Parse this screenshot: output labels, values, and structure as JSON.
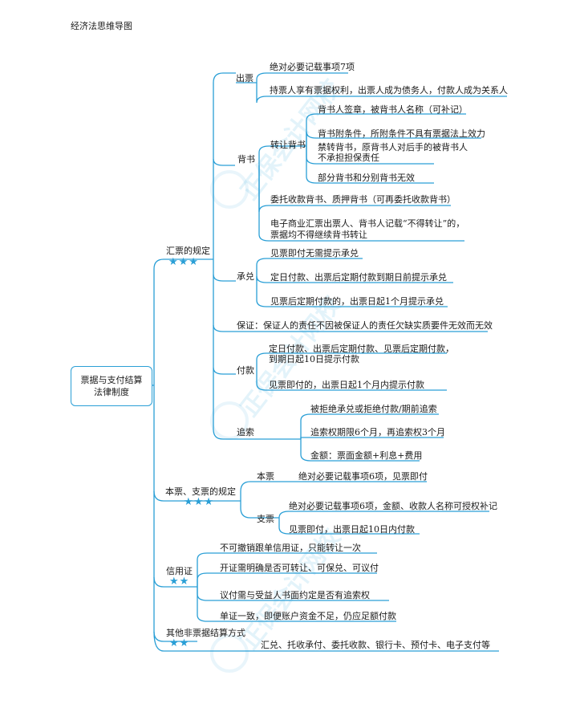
{
  "page_title": "经济法思维导图",
  "root": {
    "line1": "票据与支付结算",
    "line2": "法律制度"
  },
  "stars": {
    "three": "★★★",
    "two": "★★"
  },
  "branches": {
    "huipiao": {
      "label": "汇票的规定",
      "chupiao": {
        "label": "出票",
        "items": [
          "绝对必要记载事项7项",
          "持票人享有票据权利，出票人成为债务人，付款人成为关系人"
        ]
      },
      "beishu": {
        "label": "背书",
        "zhuanrang": {
          "label": "转让背书",
          "items": [
            "背书人签章，被背书人名称（可补记）",
            "背书附条件，所附条件不具有票据法上效力",
            "禁转背书，原背书人对后手的被背书人",
            "不承担担保责任",
            "部分背书和分别背书无效"
          ]
        },
        "items": [
          "委托收款背书、质押背书（可再委托收款背书）",
          "电子商业汇票出票人、背书人记载“不得转让”的，",
          "票据均不得继续背书转让"
        ]
      },
      "chengdui": {
        "label": "承兑",
        "items": [
          "见票即付无需提示承兑",
          "定日付款、出票后定期付款到期日前提示承兑",
          "见票后定期付款的，出票日起1个月提示承兑"
        ]
      },
      "baozheng": {
        "text": "保证：保证人的责任不因被保证人的责任欠缺实质要件无效而无效"
      },
      "fukuan": {
        "label": "付款",
        "items": [
          "定日付款、出票后定期付款、见票后定期付款，",
          "到期日起10日提示付款",
          "见票即付的，出票日起1个月内提示付款"
        ]
      },
      "zhuisuo": {
        "label": "追索",
        "items": [
          "被拒绝承兑或拒绝付款/期前追索",
          "追索权期限6个月，再追索权3个月",
          "金额：票面金额+利息+费用"
        ]
      }
    },
    "benpiao_zhipiao": {
      "label": "本票、支票的规定",
      "benpiao": {
        "label": "本票",
        "items": [
          "绝对必要记载事项6项，见票即付"
        ]
      },
      "zhipiao": {
        "label": "支票",
        "items": [
          "绝对必要记载事项6项，金额、收款人名称可授权补记",
          "见票即付，出票日起10日内付款"
        ]
      }
    },
    "xinyongzheng": {
      "label": "信用证",
      "items": [
        "不可撤销跟单信用证，只能转让一次",
        "开证需明确是否可转让、可保兑、可议付",
        "议付需与受益人书面约定是否有追索权",
        "单证一致，即便账户资金不足，仍应足额付款"
      ]
    },
    "qita": {
      "label": "其他非票据结算方式",
      "items": [
        "汇兑、托收承付、委托收款、银行卡、预付卡、电子支付等"
      ]
    }
  },
  "colors": {
    "line": "#2a9fd6",
    "star": "#2a9fd6",
    "text": "#1a1a1a"
  }
}
